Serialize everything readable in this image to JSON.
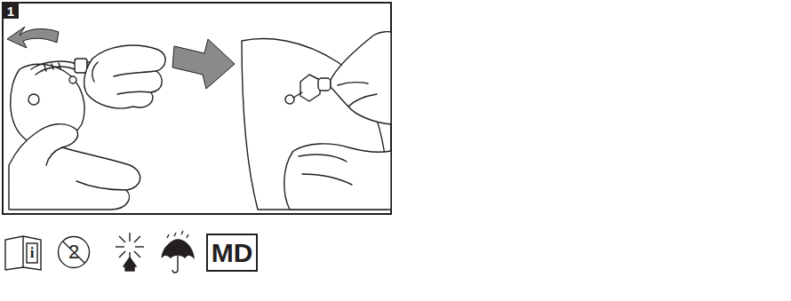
{
  "diagram": {
    "nodes": [
      {
        "text": [
          "1"
        ]
      },
      {
        "text": [
          "i"
        ]
      },
      {
        "text": [
          "2"
        ]
      },
      {
        "text": [
          "MD"
        ]
      }
    ]
  }
}
